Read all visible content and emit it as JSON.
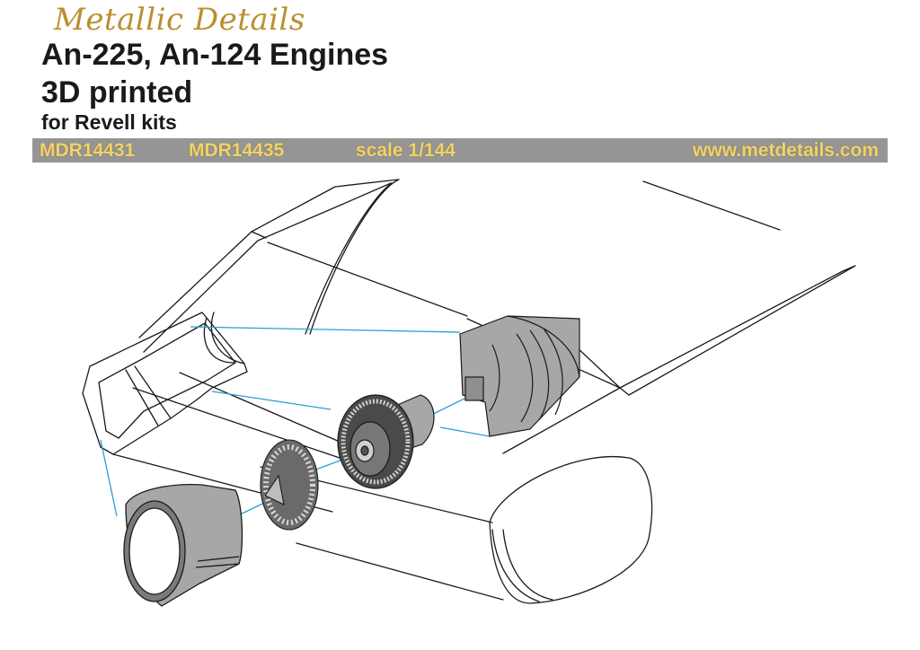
{
  "header": {
    "brand": "Metallic Details",
    "title_line1": "An-225, An-124 Engines",
    "title_line2": "3D printed",
    "title_line3": "for Revell kits"
  },
  "info_bar": {
    "code1": "MDR14431",
    "code2": "MDR14435",
    "scale": "scale 1/144",
    "website": "www.metdetails.com"
  },
  "colors": {
    "brand_gold": "#b9902e",
    "bar_gray": "#959595",
    "bar_text": "#f2d36a",
    "leader_line": "#2a9fd6",
    "part_fill": "#a7a7a7"
  }
}
